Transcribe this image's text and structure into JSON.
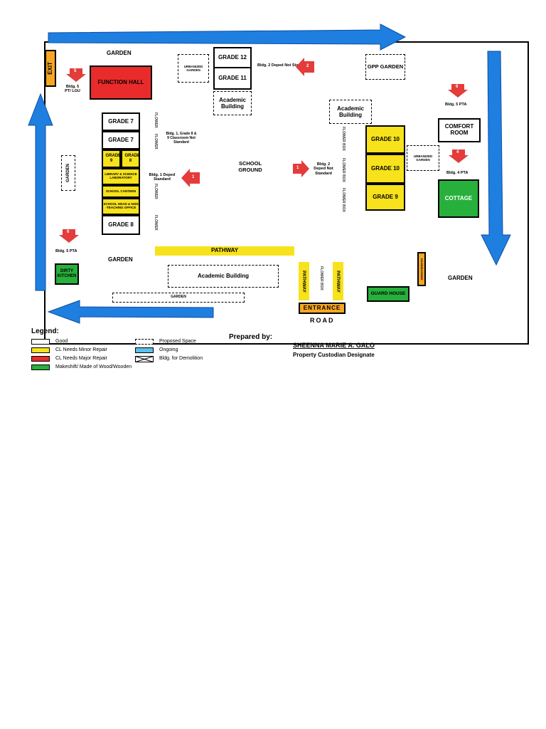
{
  "map": {
    "areas": {
      "garden_top": "GARDEN",
      "garden_left_mid": "GARDEN",
      "garden_right": "GARDEN",
      "garden_bottom_dashed": "GARDEN",
      "garden_left_vertical": "GARDEN",
      "exit": "EXIT",
      "function_hall": "FUNCTION HALL",
      "urbanized_garden_top": "URBANIZED GARDEN",
      "grade12": "GRADE 12",
      "grade11": "GRADE 11",
      "academic_building_top": "Academic Building",
      "gpp_garden": "GPP GARDEN",
      "academic_building_right": "Academic Building",
      "comfort_room": "COMFORT ROOM",
      "urbanized_garden_right": "URBANIZED GARDEN",
      "grade7_a": "GRADE 7",
      "grade7_b": "GRADE 7",
      "grade9_left": "GRADE 9",
      "grade8_small": "GRADE 8",
      "library": "LIBRARY & SCIENCE LABORATORY",
      "canteen": "SCHOOL CANTEEN",
      "school_head": "SCHOOL HEAD & NON -TEACHING OFFICE",
      "grade8": "GRADE 8",
      "grade10_a": "GRADE 10",
      "grade10_b": "GRADE 10",
      "grade9_right": "GRADE 9",
      "cottage": "COTTAGE",
      "school_ground": "SCHOOL GROUND",
      "pathway_horizontal": "PATHWAY",
      "academic_building_bottom": "Academic Building",
      "dirty_kitchen": "DIRTY KITCHEN",
      "pathway_left": "PATHWAY",
      "pathway_right": "PATHWAY",
      "flower_box_mid": "FLOWER BOX",
      "guard_house": "GUARD HOUSE",
      "handwashing": "HANDWASHING",
      "entrance": "ENTRANCE",
      "road": "ROAD"
    },
    "notes": {
      "bldg5_ptlgu": "Bldg. 5 PT/ LGU",
      "bldg2_top": "Bldg. 2 Deped Not Standard",
      "bldg5_pta_right": "Bldg. 5 PTA",
      "bldg4_pta": "Bldg. 4 PTA",
      "bldg1_grade": "Bldg. 1, Grade 8 & 9 Classroom Not Standard",
      "bldg1_deped": "Bldg. 1 Deped Standard",
      "bldg2_mid": "Bldg. 2 Deped Not Standard",
      "bldg5_pta_left": "Bldg. 5 PTA"
    },
    "flower_labels": {
      "left": "FLOWER",
      "right": "FLOWER BOX"
    },
    "markers": {
      "m5": "5",
      "m2": "2",
      "m6_right": "6",
      "m4": "4",
      "m1_left": "1",
      "m1_mid": "1",
      "m6_left": "6"
    }
  },
  "legend": {
    "title": "Legend:",
    "items": [
      {
        "label": "Good",
        "color": "#ffffff"
      },
      {
        "label": "CL Needs Minor Repair",
        "color": "#f7e21c"
      },
      {
        "label": "CL Needs Major Repair",
        "color": "#ea2b2b"
      },
      {
        "label": "Makeshift/ Made of Wood/Wooden",
        "color": "#28b03c"
      },
      {
        "label": "Proposed Space",
        "style": "dashed"
      },
      {
        "label": "Ongoing",
        "color": "#5bc0eb"
      },
      {
        "label": "Bldg. for Demolition",
        "style": "cross"
      }
    ]
  },
  "prepared": {
    "label": "Prepared by:",
    "name": "SHEENNA MARIE A. GALO",
    "title": "Property Custodian Designate"
  },
  "colors": {
    "arrow_blue": "#1e7fe0",
    "marker_red": "#e43b3b",
    "good": "#ffffff",
    "minor_repair": "#f7e21c",
    "major_repair": "#ea2b2b",
    "makeshift": "#28b03c",
    "entrance_orange": "#f5a623"
  }
}
